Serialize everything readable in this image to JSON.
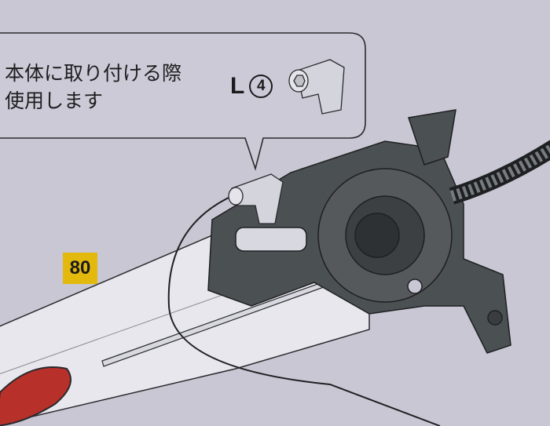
{
  "callout": {
    "note_line1": "本体に取り付ける際",
    "note_line2": "使用します",
    "part_letter": "L",
    "part_number": "4"
  },
  "step_badge": "80",
  "colors": {
    "background": "#c8c7d3",
    "badge": "#e3b90e",
    "part_dark": "#4b5052",
    "blade": "#e6e6ec",
    "accent_red": "#b8302a"
  }
}
